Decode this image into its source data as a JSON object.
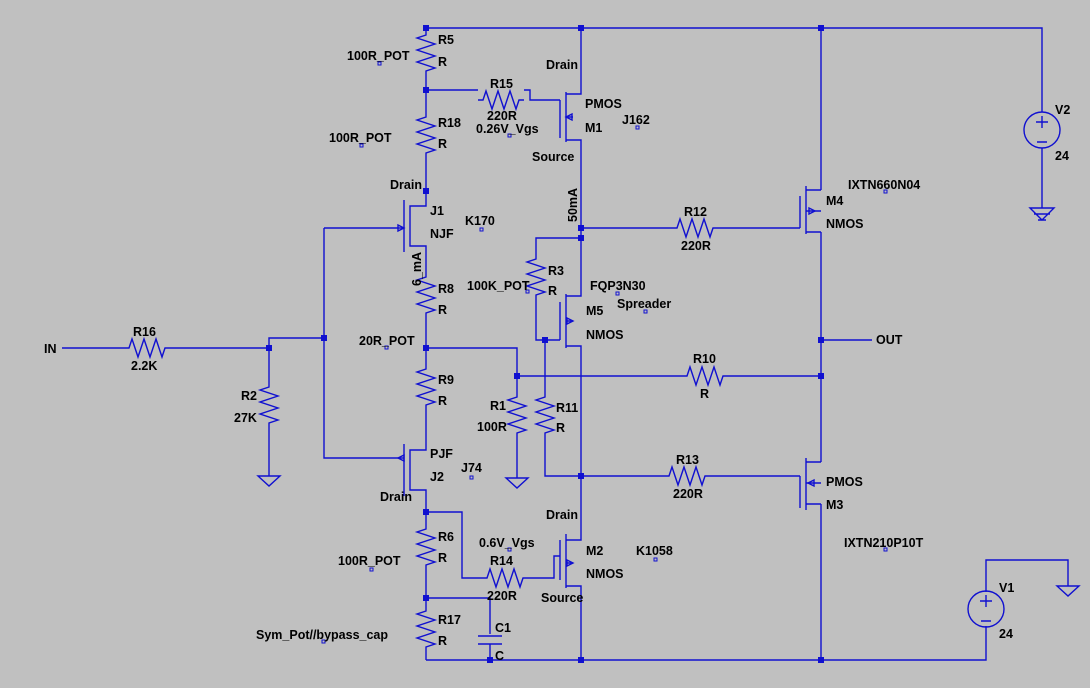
{
  "canvas": {
    "background": "#c0c0c0",
    "wire_color": "#1010d0",
    "text_color": "#000000"
  },
  "nets": {
    "in": "IN",
    "out": "OUT"
  },
  "components": {
    "R5": {
      "name": "R5",
      "value": "R",
      "note": "100R_POT"
    },
    "R18": {
      "name": "R18",
      "value": "R",
      "note": "100R_POT"
    },
    "R15": {
      "name": "R15",
      "value": "220R"
    },
    "M1": {
      "name": "M1",
      "type": "PMOS",
      "drain": "Drain",
      "source": "Source",
      "note": "0.26V_Vgs",
      "part": "J162"
    },
    "J1": {
      "name": "J1",
      "type": "NJF",
      "drain": "Drain",
      "part": "K170"
    },
    "current_50": "50mA",
    "current_6": "6_mA",
    "R12": {
      "name": "R12",
      "value": "220R"
    },
    "M4": {
      "name": "M4",
      "type": "NMOS",
      "part": "IXTN660N04"
    },
    "V2": {
      "name": "V2",
      "value": "24"
    },
    "R3": {
      "name": "R3",
      "value": "R",
      "note": "100K_POT"
    },
    "M5": {
      "name": "M5",
      "type": "NMOS",
      "part": "FQP3N30",
      "note": "Spreader"
    },
    "R8": {
      "name": "R8",
      "value": "R",
      "note": "20R_POT"
    },
    "R16": {
      "name": "R16",
      "value": "2.2K"
    },
    "R2": {
      "name": "R2",
      "value": "27K"
    },
    "R10": {
      "name": "R10",
      "value": "R"
    },
    "R9": {
      "name": "R9",
      "value": "R"
    },
    "R1": {
      "name": "R1",
      "value": "100R"
    },
    "R11": {
      "name": "R11",
      "value": "R"
    },
    "J2": {
      "name": "J2",
      "type": "PJF",
      "drain": "Drain",
      "part": "J74"
    },
    "R13": {
      "name": "R13",
      "value": "220R"
    },
    "M3": {
      "name": "M3",
      "type": "PMOS",
      "part": "IXTN210P10T"
    },
    "R6": {
      "name": "R6",
      "value": "R",
      "note": "100R_POT"
    },
    "R14": {
      "name": "R14",
      "value": "220R"
    },
    "M2": {
      "name": "M2",
      "type": "NMOS",
      "drain": "Drain",
      "source": "Source",
      "note": "0.6V_Vgs",
      "part": "K1058"
    },
    "R17": {
      "name": "R17",
      "value": "R",
      "note": "Sym_Pot//bypass_cap"
    },
    "C1": {
      "name": "C1",
      "value": "C"
    },
    "V1": {
      "name": "V1",
      "value": "24"
    }
  }
}
